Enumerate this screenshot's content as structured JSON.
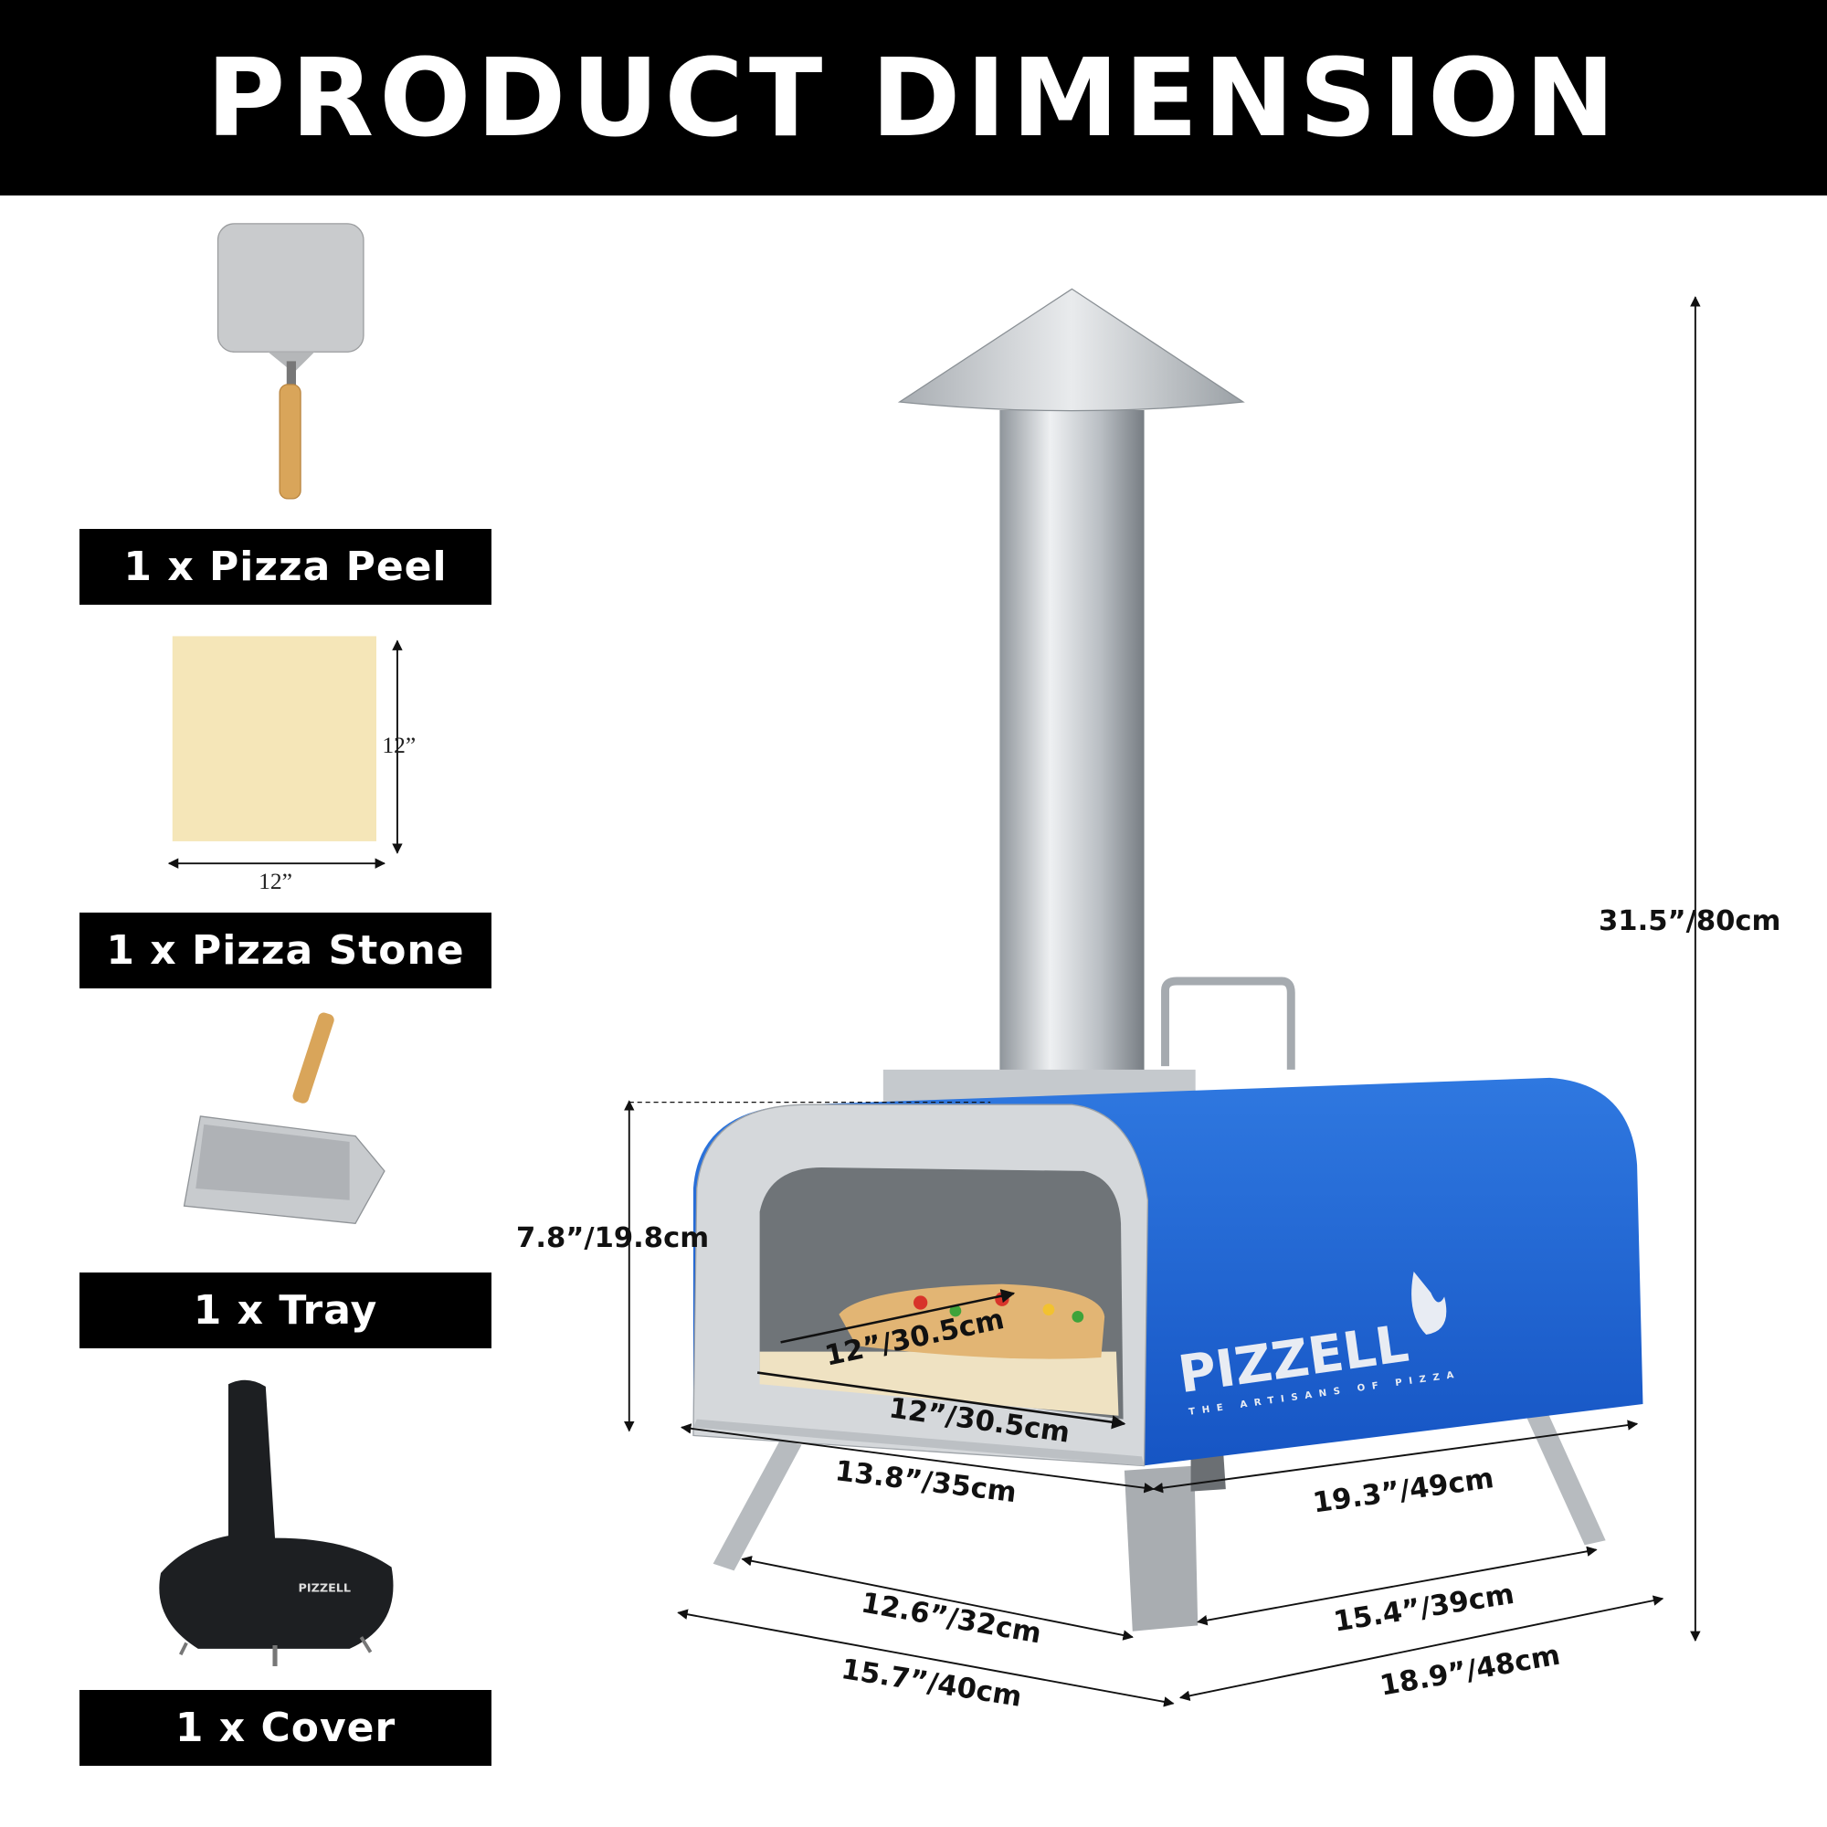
{
  "header": {
    "title": "PRODUCT DIMENSION"
  },
  "accessories": [
    {
      "label": "1 x Pizza Peel"
    },
    {
      "label": "1 x Pizza Stone",
      "width": "12”",
      "height": "12”"
    },
    {
      "label": "1 x Tray"
    },
    {
      "label": "1 x Cover",
      "logo": "PIZZELL"
    }
  ],
  "oven": {
    "brand": "PIZZELL",
    "tagline": "THE ARTISANS OF PIZZA",
    "color": "#1a5fd0"
  },
  "dimensions": {
    "total_height": "31.5”/80cm",
    "body_height": "7.8”/19.8cm",
    "stone_depth": "12”/30.5cm",
    "stone_width": "12”/30.5cm",
    "body_front": "13.8”/35cm",
    "body_side": "19.3”/49cm",
    "legs_front": "12.6”/32cm",
    "legs_side": "15.4”/39cm",
    "base_front": "15.7”/40cm",
    "base_side": "18.9”/48cm"
  }
}
